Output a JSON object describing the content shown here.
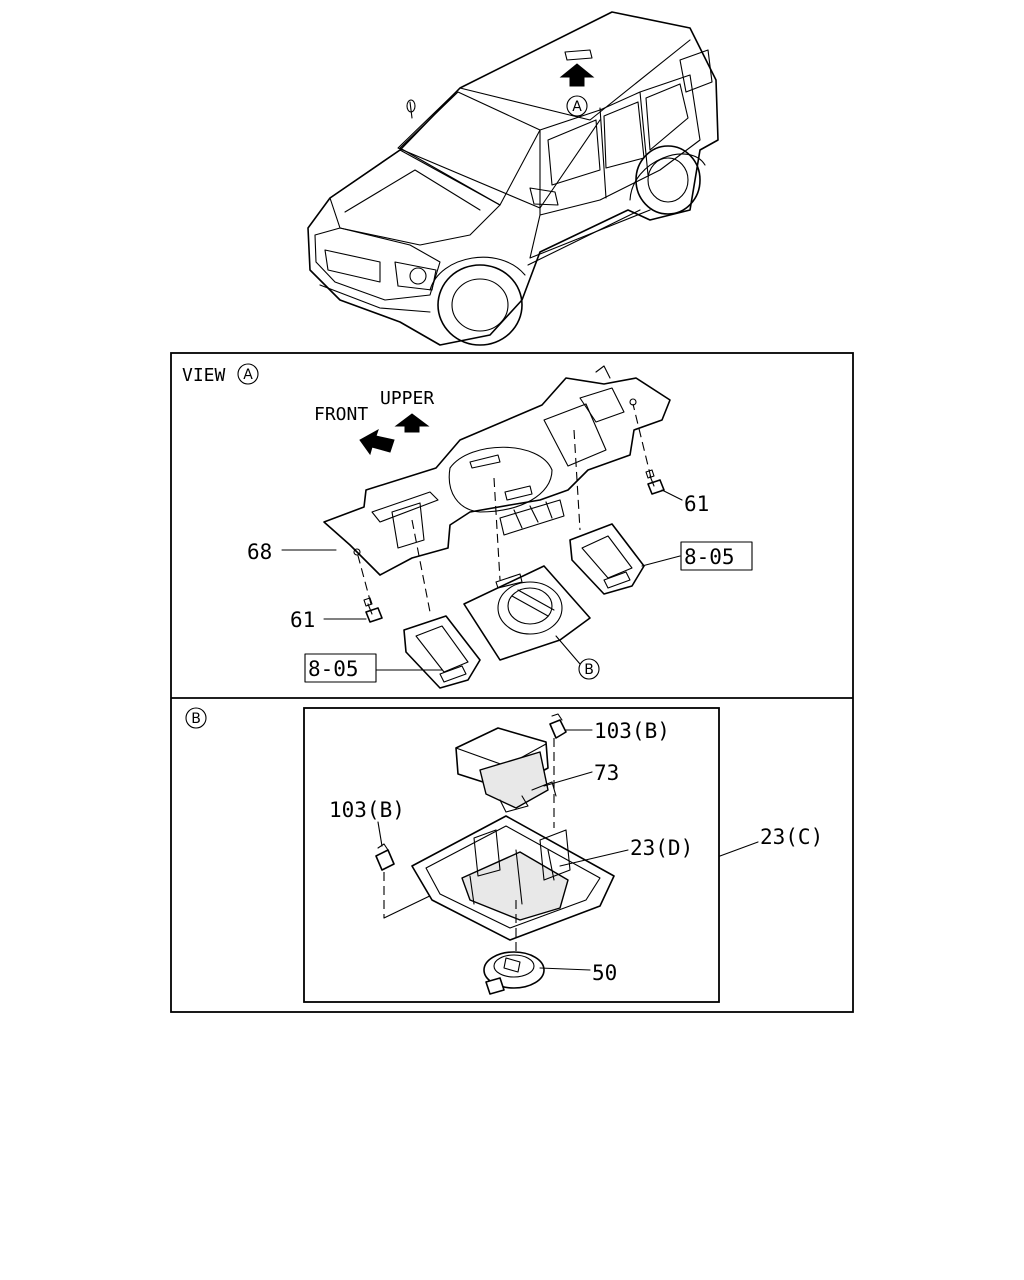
{
  "markers": {
    "a": "A",
    "b": "B"
  },
  "car": {
    "marker_a": "A"
  },
  "view_a": {
    "title": "VIEW",
    "title_marker": "A",
    "front_label": "FRONT",
    "upper_label": "UPPER",
    "callouts": {
      "screw_right": "61",
      "screw_left": "61",
      "panel": "68",
      "lamp_right_ref": "8-05",
      "lamp_left_ref": "8-05",
      "console_marker": "B"
    }
  },
  "view_b": {
    "section_marker": "B",
    "callouts": {
      "clip_top": "103(B)",
      "clip_left": "103(B)",
      "module": "73",
      "housing_d": "23(D)",
      "housing_c": "23(C)",
      "lens": "50"
    }
  }
}
